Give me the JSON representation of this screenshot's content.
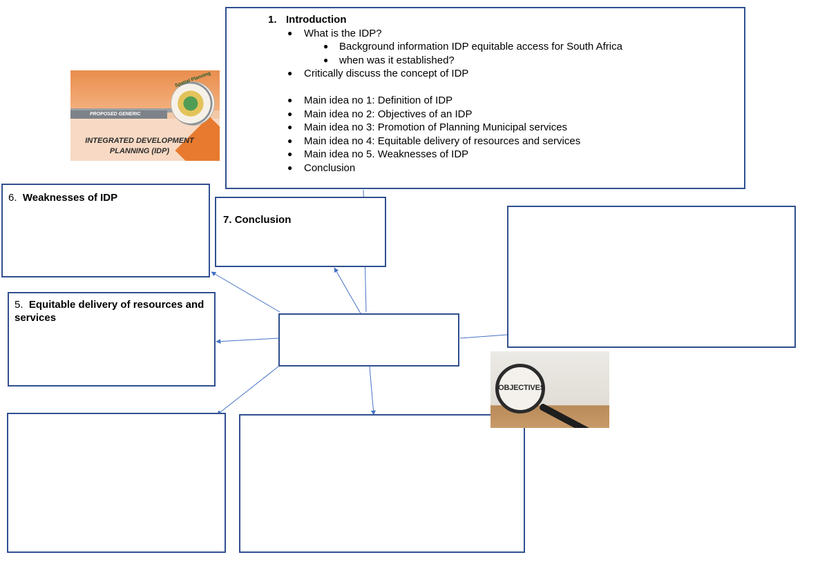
{
  "intro": {
    "number": "1.",
    "title": "Introduction",
    "items": [
      "What is the IDP?",
      "Background information IDP equitable access for South Africa",
      "when was it established?",
      "Critically discuss the concept of IDP",
      "Main idea no 1: Definition of IDP",
      "Main idea no 2: Objectives of an IDP",
      "Main idea no 3: Promotion of Planning Municipal services",
      "Main idea no 4: Equitable delivery of resources and services",
      "Main idea no 5. Weaknesses of IDP",
      "Conclusion"
    ]
  },
  "boxes": {
    "weaknesses": {
      "number": "6.",
      "title": "Weaknesses of IDP"
    },
    "conclusion": {
      "number": "7.",
      "title": "Conclusion"
    },
    "equitable": {
      "number": "5.",
      "title": "Equitable delivery of resources and services"
    }
  },
  "images": {
    "idp_banner": {
      "proposed": "PROPOSED GENERIC",
      "title_line1": "INTEGRATED DEVELOPMENT",
      "title_line2": "PLANNING (IDP)",
      "seal_text": "Spatial Planning"
    },
    "objectives": {
      "label": "OBJECTIVES"
    }
  },
  "colors": {
    "border": "#2f4f8f",
    "connector": "#4472c4"
  }
}
